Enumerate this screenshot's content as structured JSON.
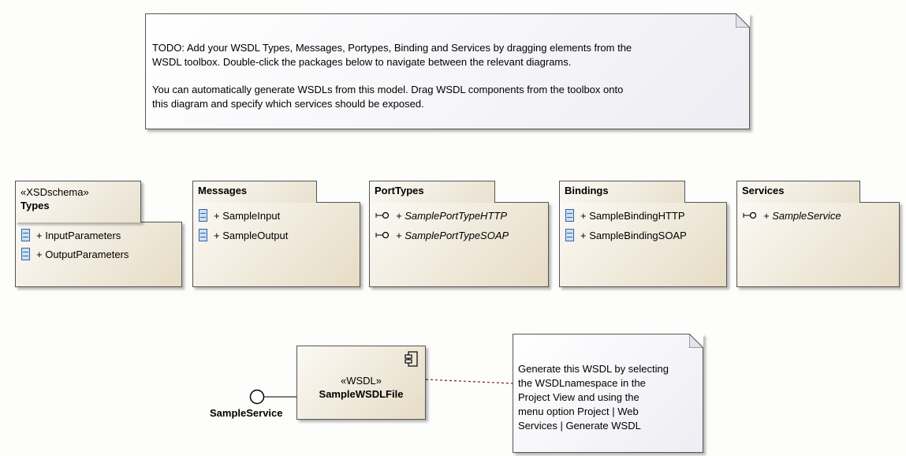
{
  "colors": {
    "package_fill": "#e9e1cf",
    "note_fill": "#eeedf3",
    "class_icon": "#2e64a8"
  },
  "top_note": {
    "line1": "TODO: Add your WSDL Types, Messages, Portypes, Binding and Services by dragging elements from the",
    "line2": "WSDL toolbox. Double-click the packages below to navigate between the relevant diagrams.",
    "line3": "You can automatically generate WSDLs from this model. Drag WSDL components from the toolbox onto",
    "line4": "this diagram and specify which services should be exposed."
  },
  "packages": {
    "types": {
      "stereotype": "«XSDschema»",
      "name": "Types",
      "items": [
        "+ InputParameters",
        "+ OutputParameters"
      ],
      "icon": "class-icon"
    },
    "messages": {
      "name": "Messages",
      "items": [
        "+ SampleInput",
        "+ SampleOutput"
      ],
      "icon": "class-icon"
    },
    "porttypes": {
      "name": "PortTypes",
      "items": [
        "+ SamplePortTypeHTTP",
        "+ SamplePortTypeSOAP"
      ],
      "icon": "interface-icon"
    },
    "bindings": {
      "name": "Bindings",
      "items": [
        "+ SampleBindingHTTP",
        "+ SampleBindingSOAP"
      ],
      "icon": "class-icon"
    },
    "services": {
      "name": "Services",
      "items": [
        "+ SampleService"
      ],
      "icon": "interface-icon"
    }
  },
  "component": {
    "stereotype": "«WSDL»",
    "name": "SampleWSDLFile",
    "icon": "component-icon"
  },
  "interface": {
    "name": "SampleService"
  },
  "bottom_note": {
    "lines": [
      "Generate this WSDL by selecting",
      "the WSDLnamespace in the",
      "Project View and using the",
      "menu option Project | Web",
      "Services | Generate WSDL"
    ]
  }
}
